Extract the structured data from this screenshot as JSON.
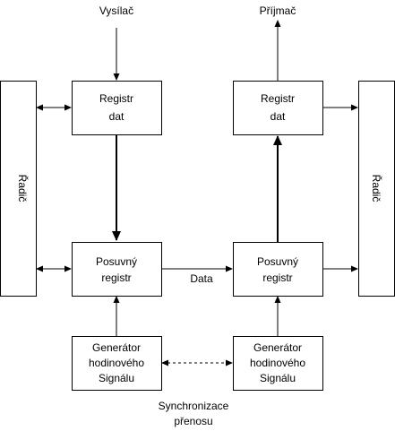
{
  "labels": {
    "vysilac": "Vysílač",
    "prijmac": "Příjmač",
    "radic_left": "Řadič",
    "radic_right": "Řadič",
    "registr_dat_left": [
      "Registr",
      "dat"
    ],
    "registr_dat_right": [
      "Registr",
      "dat"
    ],
    "posuvny_registr_left": [
      "Posuvný",
      "registr"
    ],
    "posuvny_registr_right": [
      "Posuvný",
      "registr"
    ],
    "generator_left": [
      "Generátor",
      "hodinového",
      "Signálu"
    ],
    "generator_right": [
      "Generátor",
      "hodinového",
      "Signálu"
    ],
    "data": "Data",
    "synchronizace": [
      "Synchronizace",
      "přenosu"
    ]
  },
  "colors": {
    "stroke": "#000000",
    "fill": "#ffffff",
    "text": "#000000"
  }
}
